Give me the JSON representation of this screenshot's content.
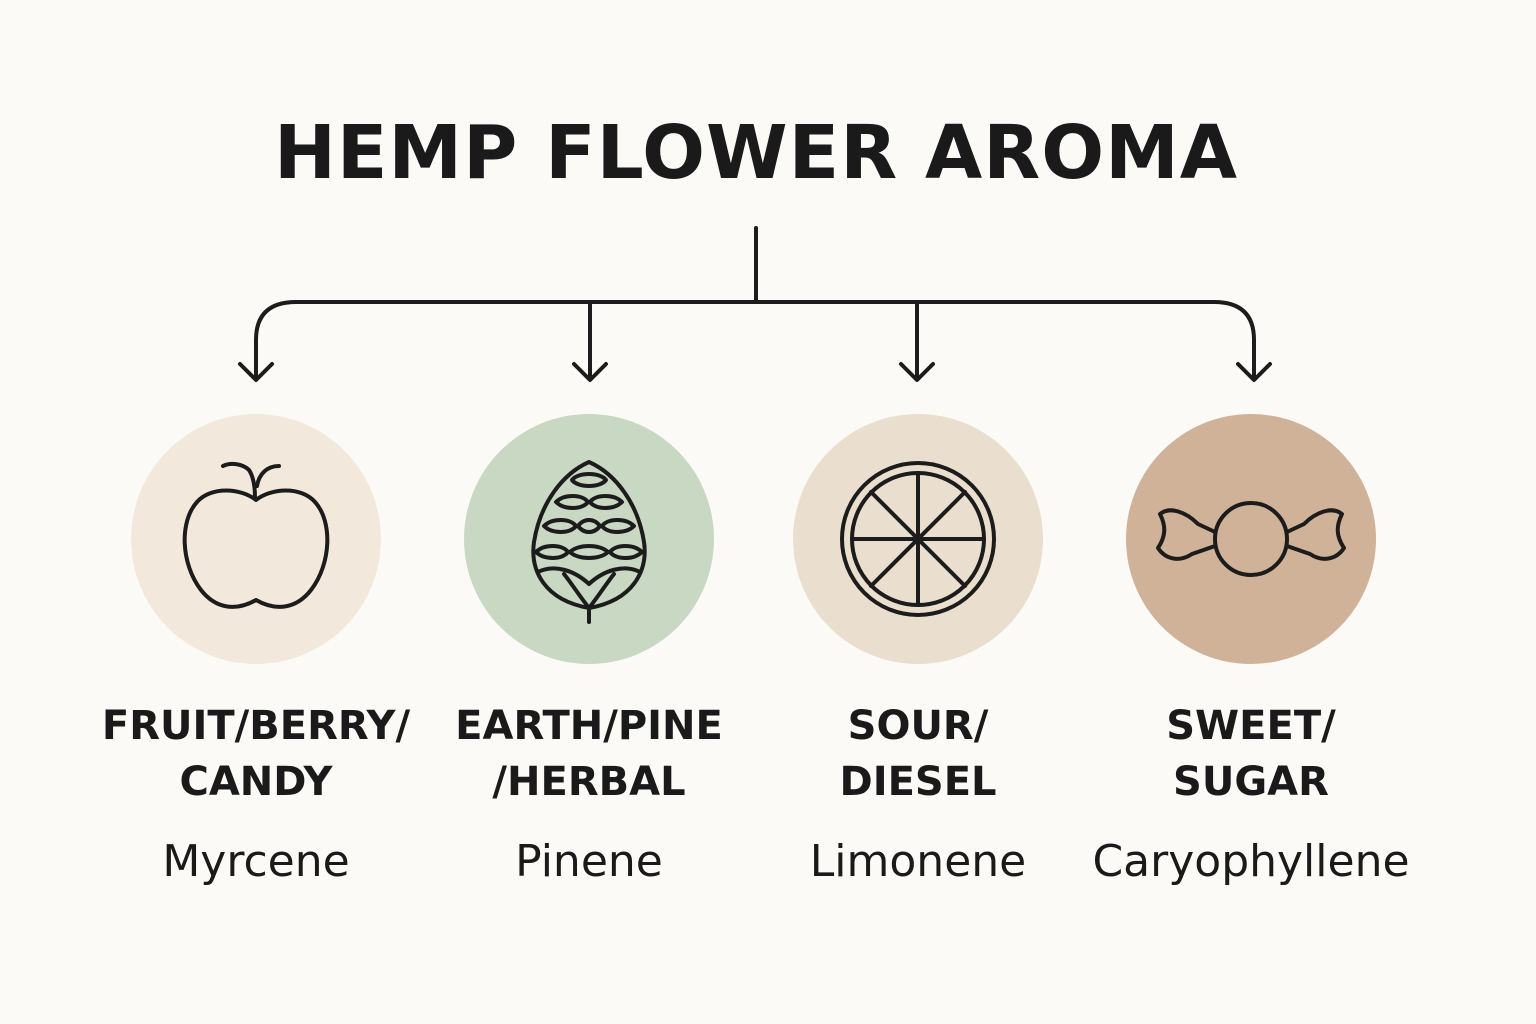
{
  "title": "HEMP FLOWER AROMA",
  "colors": {
    "background": "#fcfaf6",
    "line": "#1c1c1c"
  },
  "aromas": [
    {
      "category": "FRUIT/BERRY/\nCANDY",
      "terpene": "Myrcene",
      "icon": "apple-icon",
      "circle_color": "#f2e9dc"
    },
    {
      "category": "EARTH/PINE\n/HERBAL",
      "terpene": "Pinene",
      "icon": "pinecone-icon",
      "circle_color": "#c9d8c3"
    },
    {
      "category": "SOUR/\nDIESEL",
      "terpene": "Limonene",
      "icon": "citrus-slice-icon",
      "circle_color": "#eadfcf"
    },
    {
      "category": "SWEET/\nSUGAR",
      "terpene": "Caryophyllene",
      "icon": "candy-icon",
      "circle_color": "#d0b298"
    }
  ]
}
